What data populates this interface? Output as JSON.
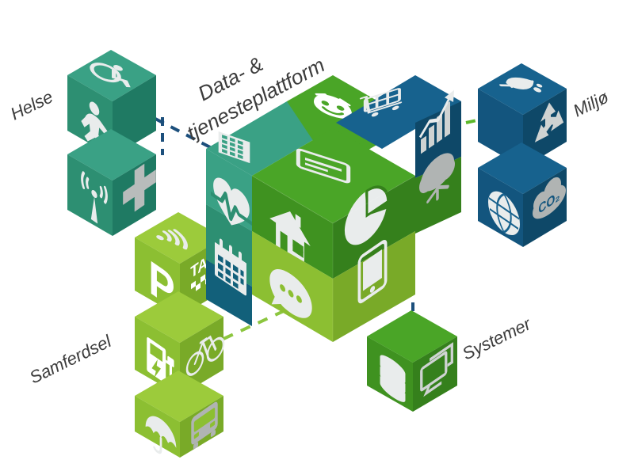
{
  "diagram": {
    "title_line1": "Data- &",
    "title_line2": "tjenesteplattform",
    "background": "#ffffff"
  },
  "labels": {
    "helse": "Helse",
    "miljo": "Miljø",
    "samferdsel": "Samferdsel",
    "systemer": "Systemer"
  },
  "palette": {
    "teal_top": "#3aa185",
    "teal_left": "#2d8f72",
    "teal_right": "#1f7a63",
    "green_top": "#4aa527",
    "green_left": "#3f9220",
    "green_right": "#35801c",
    "lime_top": "#9ccb3b",
    "lime_left": "#8cbf32",
    "lime_right": "#79aa28",
    "blue_top": "#17628e",
    "blue_left": "#13557e",
    "blue_right": "#0e4868",
    "dark_teal": "#12607a",
    "icon": "#e9ecec",
    "icon_grey": "#b0b4b3",
    "dash_blue": "#1c4f7c",
    "dash_green_bright": "#5cb82a",
    "dash_green_light": "#8cc63f",
    "text": "#3c3c3c"
  },
  "clusters": [
    {
      "name": "helse",
      "label": "Helse",
      "connector_color": "#1c4f7c",
      "cubes": [
        {
          "id": "helse-top",
          "color": "teal",
          "icons": [
            "wheelchair-accessible-icon",
            "child-play-icon"
          ]
        },
        {
          "id": "helse-bottom",
          "color": "teal",
          "icons": [
            "signal-tower-icon",
            "medical-cross-icon"
          ]
        }
      ]
    },
    {
      "name": "miljo",
      "label": "Miljø",
      "connector_color": "#5cb82a",
      "cubes": [
        {
          "id": "miljo-top",
          "color": "blue",
          "icons": [
            "leaf-plug-icon",
            "recycle-icon"
          ]
        },
        {
          "id": "miljo-bottom",
          "color": "blue",
          "icons": [
            "globe-icon",
            "co2-cloud-icon"
          ]
        }
      ]
    },
    {
      "name": "samferdsel",
      "label": "Samferdsel",
      "connector_color": "#8cc63f",
      "cubes": [
        {
          "id": "samf-top",
          "color": "lime",
          "icons": [
            "wifi-signal-icon",
            "parking-p-icon",
            "taxi-sign-icon"
          ]
        },
        {
          "id": "samf-mid",
          "color": "lime",
          "icons": [
            "ev-charger-icon",
            "bicycle-icon"
          ]
        },
        {
          "id": "samf-bottom",
          "color": "lime",
          "icons": [
            "umbrella-icon",
            "bus-icon"
          ]
        }
      ]
    },
    {
      "name": "systemer",
      "label": "Systemer",
      "connector_color": "#1c4f7c",
      "cubes": [
        {
          "id": "sys-1",
          "color": "green",
          "icons": [
            "database-stack-icon",
            "monitor-screen-icon"
          ]
        }
      ]
    }
  ],
  "center_cube": {
    "title": "Data- & tjenesteplattform",
    "faces": [
      {
        "position": "top-back-left",
        "color": "#4aa527",
        "icon": "smiley-face-icon"
      },
      {
        "position": "top-back-right",
        "color": "#17628e",
        "icon": "shopping-trolley-icon"
      },
      {
        "position": "top-front-center",
        "color": "#4aa527",
        "icon": "credit-card-icon"
      },
      {
        "position": "left-upper",
        "color": "#3aa185",
        "icon": "apartment-building-icon"
      },
      {
        "position": "left-middle",
        "color": "#2d8f72",
        "icon": "heart-pulse-icon"
      },
      {
        "position": "left-lower",
        "color": "#12607a",
        "icon": "calendar-icon"
      },
      {
        "position": "left-front-center",
        "color": "#3f9220",
        "icon": "house-home-icon"
      },
      {
        "position": "left-front-bottom",
        "color": "#8cbf32",
        "icon": "chat-bubble-icon"
      },
      {
        "position": "right-upper",
        "color": "#0e4868",
        "icon": "bar-chart-growth-icon"
      },
      {
        "position": "right-lower",
        "color": "#35801c",
        "icon": "tree-icon"
      },
      {
        "position": "right-front-center",
        "color": "#35801c",
        "icon": "pie-chart-icon"
      },
      {
        "position": "right-front-bottom",
        "color": "#79aa28",
        "icon": "tablet-device-icon"
      }
    ]
  }
}
